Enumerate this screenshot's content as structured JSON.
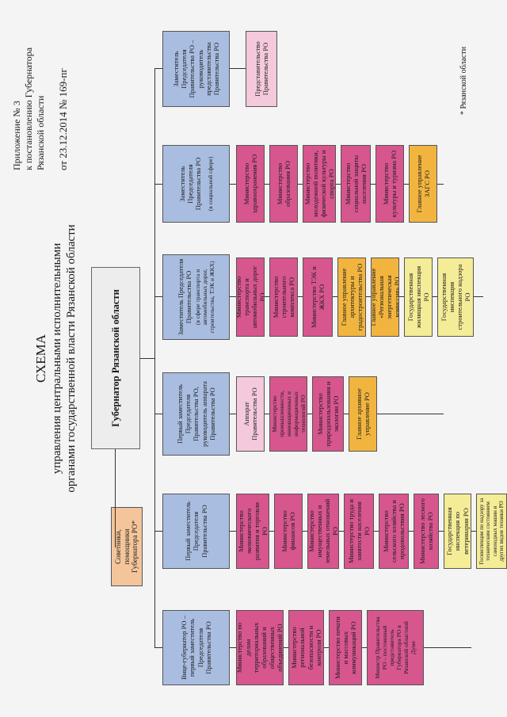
{
  "appendix": {
    "line1": "Приложение № 3",
    "line2": "к постановлению Губернатора",
    "line3": "Рязанской области",
    "line4": "от 23.12.2014 № 169-пг"
  },
  "title": {
    "line1": "СХЕМА",
    "line2": "управления центральными исполнительными",
    "line3": "органами государственной власти Рязанской области"
  },
  "governor": "Губернатор Рязанской области",
  "advisors": "Советники, помощники Губернатора РО*",
  "footnote": "*  Рязанской области",
  "columns": [
    {
      "header": "Вице-губернатор РО – первый заместитель Председателя Правительства РО",
      "items": [
        "Министерство по делам территориальных образований и общественных объединений РО",
        "Министерство региональной безопасности и контроля РО",
        "Министерство печати и массовых коммуникаций РО",
        "Министр Правительства РО – постоянный представитель Губернатора РО в Рязанской областной Думе"
      ]
    },
    {
      "header": "Первый заместитель Председателя Правительства РО",
      "items": [
        "Министерство экономического развития и торговли РО",
        "Министерство финансов РО",
        "Министерство имущественных и земельных отношений РО",
        "Министерство труда и занятости населения РО",
        "Министерство сельского хозяйства и продовольствия РО",
        "Министерство лесного хозяйства РО",
        "Государственная инспекция по ветеринарии РО",
        "Госинспекция по надзору за техническим состоянием самоходных машин и других видов техники РО"
      ]
    },
    {
      "header": "Первый заместитель Председателя Правительства РО, руководитель аппарата Правительства РО",
      "items": [
        "Аппарат Правительства РО",
        "Министерство промышленности, инновационных и информационных технологий РО",
        "Министерство природопользования и экологии РО",
        "Главное архивное управление РО"
      ]
    },
    {
      "header": "Заместитель Председателя Правительства РО",
      "subheader": "(в сфере транспорта и автомобильных дорог, строительства, ТЭК и ЖКХ)",
      "items": [
        "Министерство транспорта и автомобильных дорог РО",
        "Министерство строительного комплекса РО",
        "Министерство ТЭК и ЖКХ РО",
        "Главное управление архитектуры и градостроительства РО",
        "Главное управление «Региональная энергетическая комиссия» РО",
        "Государственная жилищная инспекция РО",
        "Государственная инспекция строительного надзора РО"
      ]
    },
    {
      "header": "Заместитель Председателя Правительства РО",
      "subheader": "(в социальной сфере)",
      "items": [
        "Министерство здравоохранения РО",
        "Министерство образования РО",
        "Министерство молодежной политики, физической культуры и спорта РО",
        "Министерство социальной защиты населения РО",
        "Министерство культуры и туризма РО",
        "Главное управление ЗАГС РО"
      ]
    },
    {
      "header": "Заместитель Председателя Правительства РО – руководитель представительства Правительства РО",
      "items": [
        "Представительство Правительства РО"
      ]
    }
  ]
}
